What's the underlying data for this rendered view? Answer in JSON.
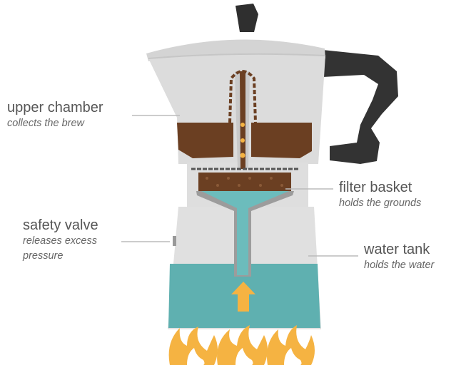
{
  "labels": {
    "upper_chamber": {
      "title": "upper chamber",
      "desc": "collects the brew"
    },
    "filter_basket": {
      "title": "filter basket",
      "desc": "holds the grounds"
    },
    "safety_valve": {
      "title": "safety valve",
      "desc_line1": "releases excess",
      "desc_line2": "pressure"
    },
    "water_tank": {
      "title": "water tank",
      "desc": "holds the water"
    }
  },
  "colors": {
    "body": "#dcdcdc",
    "coffee": "#6b3f22",
    "water": "#5fb0b0",
    "handle": "#2f2f2f",
    "flame": "#f5b342"
  }
}
